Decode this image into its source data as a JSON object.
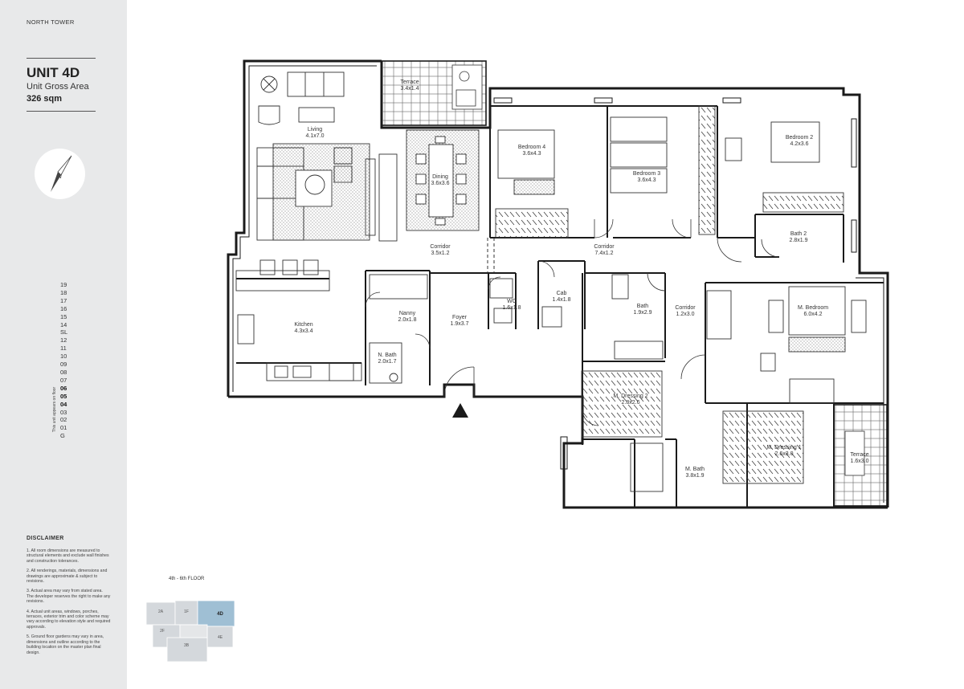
{
  "sidebar": {
    "tower": "NORTH TOWER",
    "unit_title": "UNIT 4D",
    "gross_area_label": "Unit Gross Area",
    "gross_area_value": "326 sqm",
    "compass_letter": "N",
    "floors": [
      "19",
      "18",
      "17",
      "16",
      "15",
      "14",
      "SL",
      "12",
      "11",
      "10",
      "09",
      "08",
      "07",
      "06",
      "05",
      "04",
      "03",
      "02",
      "01",
      "G"
    ],
    "highlighted_floors": [
      "06",
      "05",
      "04"
    ],
    "floor_note": "This unit appears on floor",
    "disclaimer_title": "DISCLAIMER",
    "disclaimer_items": [
      "1. All room dimensions are measured to structural elements and exclude wall finishes and construction tolerances.",
      "2. All renderings, materials, dimensions and drawings are approximate & subject to revisions.",
      "3. Actual area may vary from stated area. The developer reserves the right to make any revisions.",
      "4. Actual unit areas, windows, porches, terraces, exterior trim and color scheme may vary according to elevation style and required approvals.",
      "5. Ground floor gardens may vary in area, dimensions and outline according to the building location on the master plan final design."
    ]
  },
  "rooms": [
    {
      "name": "Terrace",
      "dims": "3.4x1.4"
    },
    {
      "name": "Living",
      "dims": "4.1x7.0"
    },
    {
      "name": "Dining",
      "dims": "3.6x3.6"
    },
    {
      "name": "Bedroom 4",
      "dims": "3.6x4.3"
    },
    {
      "name": "Bedroom 3",
      "dims": "3.6x4.3"
    },
    {
      "name": "Bedroom 2",
      "dims": "4.2x3.6"
    },
    {
      "name": "Bath 2",
      "dims": "2.8x1.9"
    },
    {
      "name": "Corridor",
      "dims": "3.5x1.2"
    },
    {
      "name": "Corridor",
      "dims": "7.4x1.2"
    },
    {
      "name": "Kitchen",
      "dims": "4.3x3.4"
    },
    {
      "name": "Nanny",
      "dims": "2.0x1.8"
    },
    {
      "name": "N. Bath",
      "dims": "2.0x1.7"
    },
    {
      "name": "Foyer",
      "dims": "1.9x3.7"
    },
    {
      "name": "WC",
      "dims": "1.6x1.8"
    },
    {
      "name": "Cab",
      "dims": "1.4x1.8"
    },
    {
      "name": "Bath",
      "dims": "1.9x2.9"
    },
    {
      "name": "Corridor",
      "dims": "1.2x3.0"
    },
    {
      "name": "M. Bedroom",
      "dims": "6.0x4.2"
    },
    {
      "name": "M. Dressing 2",
      "dims": "2.8x2.6"
    },
    {
      "name": "M. Dressing 1",
      "dims": "2.6x3.0"
    },
    {
      "name": "M. Bath",
      "dims": "3.8x1.9"
    },
    {
      "name": "Terrace",
      "dims": "1.6x3.0"
    }
  ],
  "key_plan": {
    "label": "4th - 6th FLOOR",
    "units": [
      "2A",
      "1F",
      "4D",
      "2F",
      "4E",
      "3B"
    ],
    "highlighted_unit": "4D",
    "highlight_color": "#9fbfd4"
  },
  "colors": {
    "sidebar_bg": "#e8e9ea",
    "wall": "#1a1a1a",
    "keyplan_unit": "#d4d8dc"
  }
}
